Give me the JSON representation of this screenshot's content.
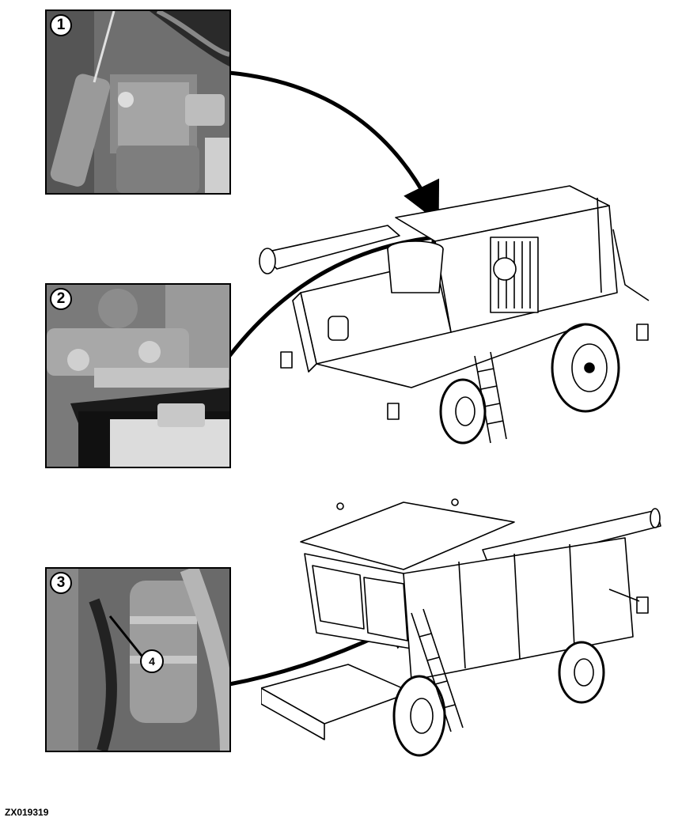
{
  "figure_code": "ZX019319",
  "callouts": [
    {
      "number": "1",
      "icon": "fuel-filter-photo"
    },
    {
      "number": "2",
      "icon": "fuel-pump-battery-photo"
    },
    {
      "number": "3",
      "icon": "fuel-water-separator-photo"
    }
  ],
  "drawings": [
    {
      "icon": "combine-harvester-rear-view"
    },
    {
      "icon": "combine-harvester-front-view"
    }
  ]
}
